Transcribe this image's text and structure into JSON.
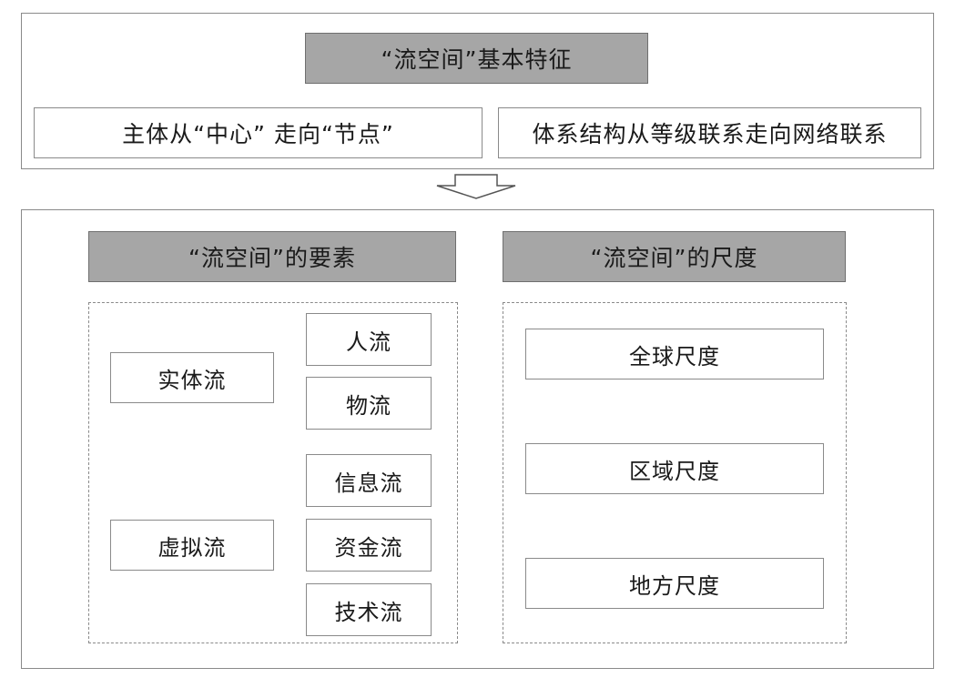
{
  "top_section": {
    "title": "“流空间”基本特征",
    "features": [
      "主体从“中心” 走向“节点”",
      "体系结构从等级联系走向网络联系"
    ]
  },
  "bottom_section": {
    "elements_panel": {
      "header": "“流空间”的要素",
      "groups": [
        {
          "name": "实体流",
          "items": [
            "人流",
            "物流"
          ]
        },
        {
          "name": "虚拟流",
          "items": [
            "信息流",
            "资金流",
            "技术流"
          ]
        }
      ]
    },
    "scale_panel": {
      "header": "“流空间”的尺度",
      "items": [
        "全球尺度",
        "区域尺度",
        "地方尺度"
      ]
    }
  }
}
